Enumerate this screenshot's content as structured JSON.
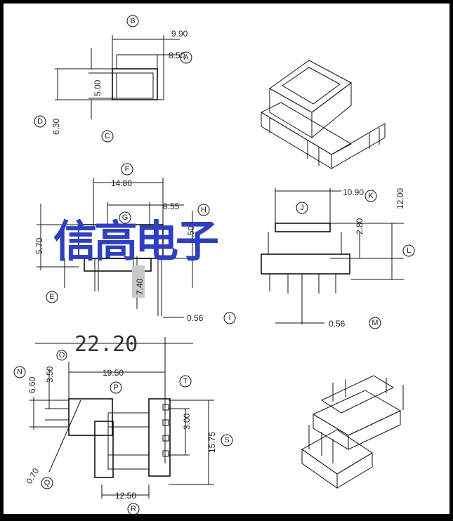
{
  "watermark": "信高电子",
  "labels": {
    "B": "B",
    "A": "A",
    "C": "C",
    "D": "D",
    "E": "E",
    "F": "F",
    "G": "G",
    "H": "H",
    "I": "I",
    "J": "J",
    "K": "K",
    "L": "L",
    "M": "M",
    "N": "N",
    "O": "O",
    "P": "P",
    "Q": "Q",
    "R": "R",
    "S": "S",
    "T": "T"
  },
  "dims": {
    "top_w1": "9.90",
    "top_w2": "8.50",
    "top_h1": "5.00",
    "top_h2": "6.30",
    "front_w": "14.80",
    "front_w2": "8.55",
    "front_h": "5.70",
    "front_h2": "4.50",
    "front_pin": "7.40",
    "front_pin_w": "0.56",
    "side_w": "10.90",
    "side_h1": "12.00",
    "side_h2": "2.80",
    "side_pin_w": "0.56",
    "bot_total": "22.20",
    "bot_w": "19.50",
    "bot_h1": "3.50",
    "bot_h2": "6.60",
    "bot_hole": "0.70",
    "bot_pitch": "3.00",
    "bot_h3": "15.75",
    "bot_w2": "12.50"
  }
}
